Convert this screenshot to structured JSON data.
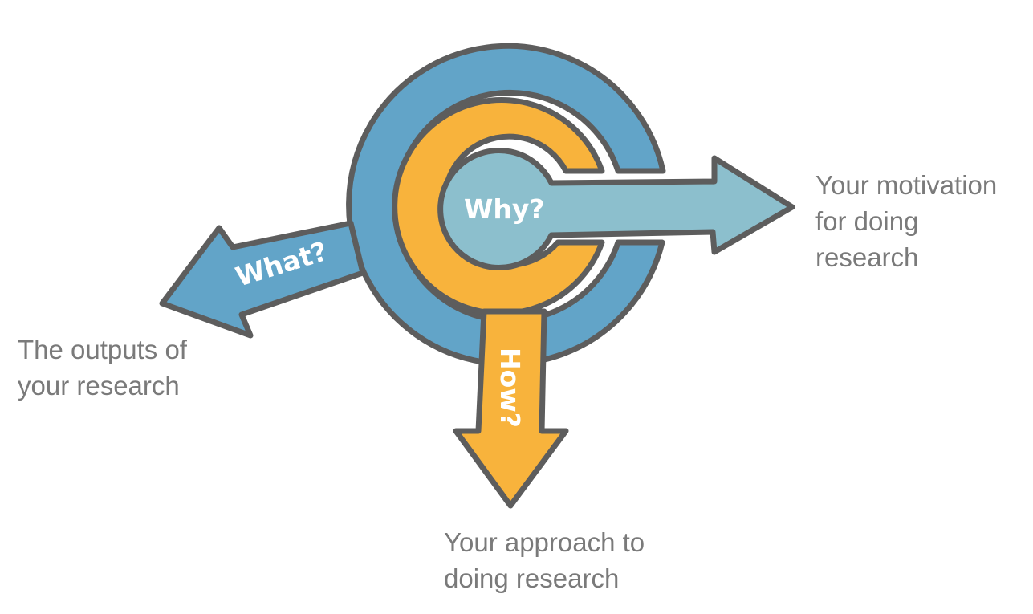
{
  "diagram": {
    "labels": {
      "why": "Why?",
      "what": "What?",
      "how": "How?"
    },
    "captions": {
      "why": [
        "Your motivation",
        "for doing",
        "research"
      ],
      "what": [
        "The outputs of",
        "your research"
      ],
      "how": [
        "Your approach to",
        "doing research"
      ]
    },
    "colors": {
      "outer_ring": "#62a4c8",
      "middle_ring": "#f8b33c",
      "inner_disc": "#8cbfcd",
      "outline": "#5d5d5d",
      "caption_text": "#7a7a7a",
      "label_text": "#ffffff"
    }
  }
}
